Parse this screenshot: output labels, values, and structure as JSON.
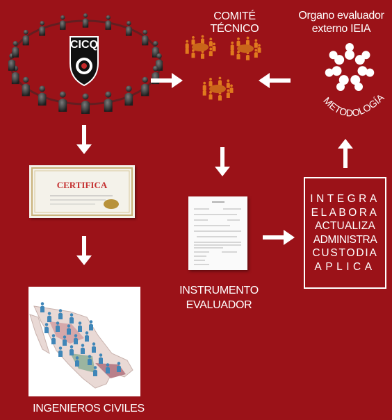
{
  "logo": {
    "text": "CICQ"
  },
  "comite": {
    "title": "COMITÉ TÉCNICO"
  },
  "organo": {
    "line1": "Organo evaluador",
    "line2": "externo IEIA",
    "arc_text": "METODOLOGÍA"
  },
  "certificate": {
    "title": "CERTIFICA"
  },
  "instrumento": {
    "line1": "INSTRUMENTO",
    "line2": "EVALUADOR"
  },
  "functions": [
    "INTEGRA",
    "ELABORA",
    "ACTUALIZA",
    "ADMINISTRA",
    "CUSTODIA",
    "APLICA"
  ],
  "ingenieros": {
    "label": "INGENIEROS CIVILES"
  },
  "colors": {
    "background": "#9b1218",
    "people_dark": "#3a3a3a",
    "people_orange": "#e07a1e",
    "certificate_title": "#c43030",
    "seal_gold": "#b8923a",
    "map_people": "#3f86b8"
  }
}
